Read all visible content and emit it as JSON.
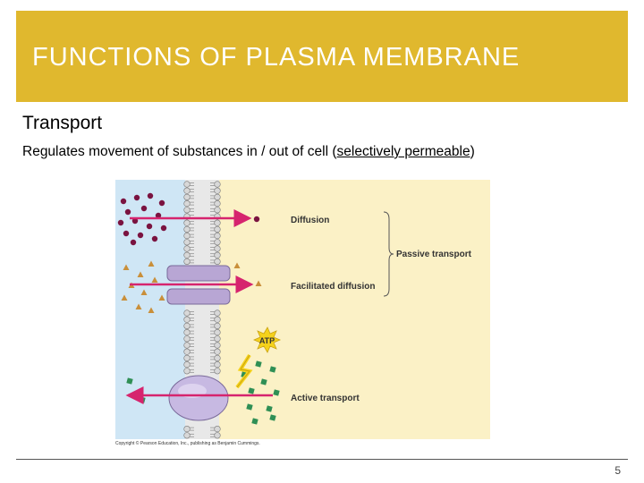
{
  "slide": {
    "title": "FUNCTIONS OF PLASMA MEMBRANE",
    "heading": "Transport",
    "body_prefix": "Regulates movement of substances in / out of cell (",
    "body_emphasis": "selectively permeable",
    "body_suffix": ")",
    "page_number": "5"
  },
  "diagram": {
    "labels": {
      "diffusion": "Diffusion",
      "facilitated": "Facilitated diffusion",
      "active": "Active transport",
      "passive": "Passive transport",
      "atp": "ATP"
    },
    "copyright": "Copyright © Pearson Education, Inc., publishing as Benjamin Cummings.",
    "colors": {
      "extracellular": "#cfe6f5",
      "intracellular": "#fbf1c6",
      "arrow": "#d6246e",
      "protein": "#b8a6d4",
      "diffusion_molecule": "#7a1340",
      "facilitated_molecule": "#c98f3a",
      "active_molecule": "#2f8f55",
      "atp_burst": "#f5d21b"
    }
  }
}
